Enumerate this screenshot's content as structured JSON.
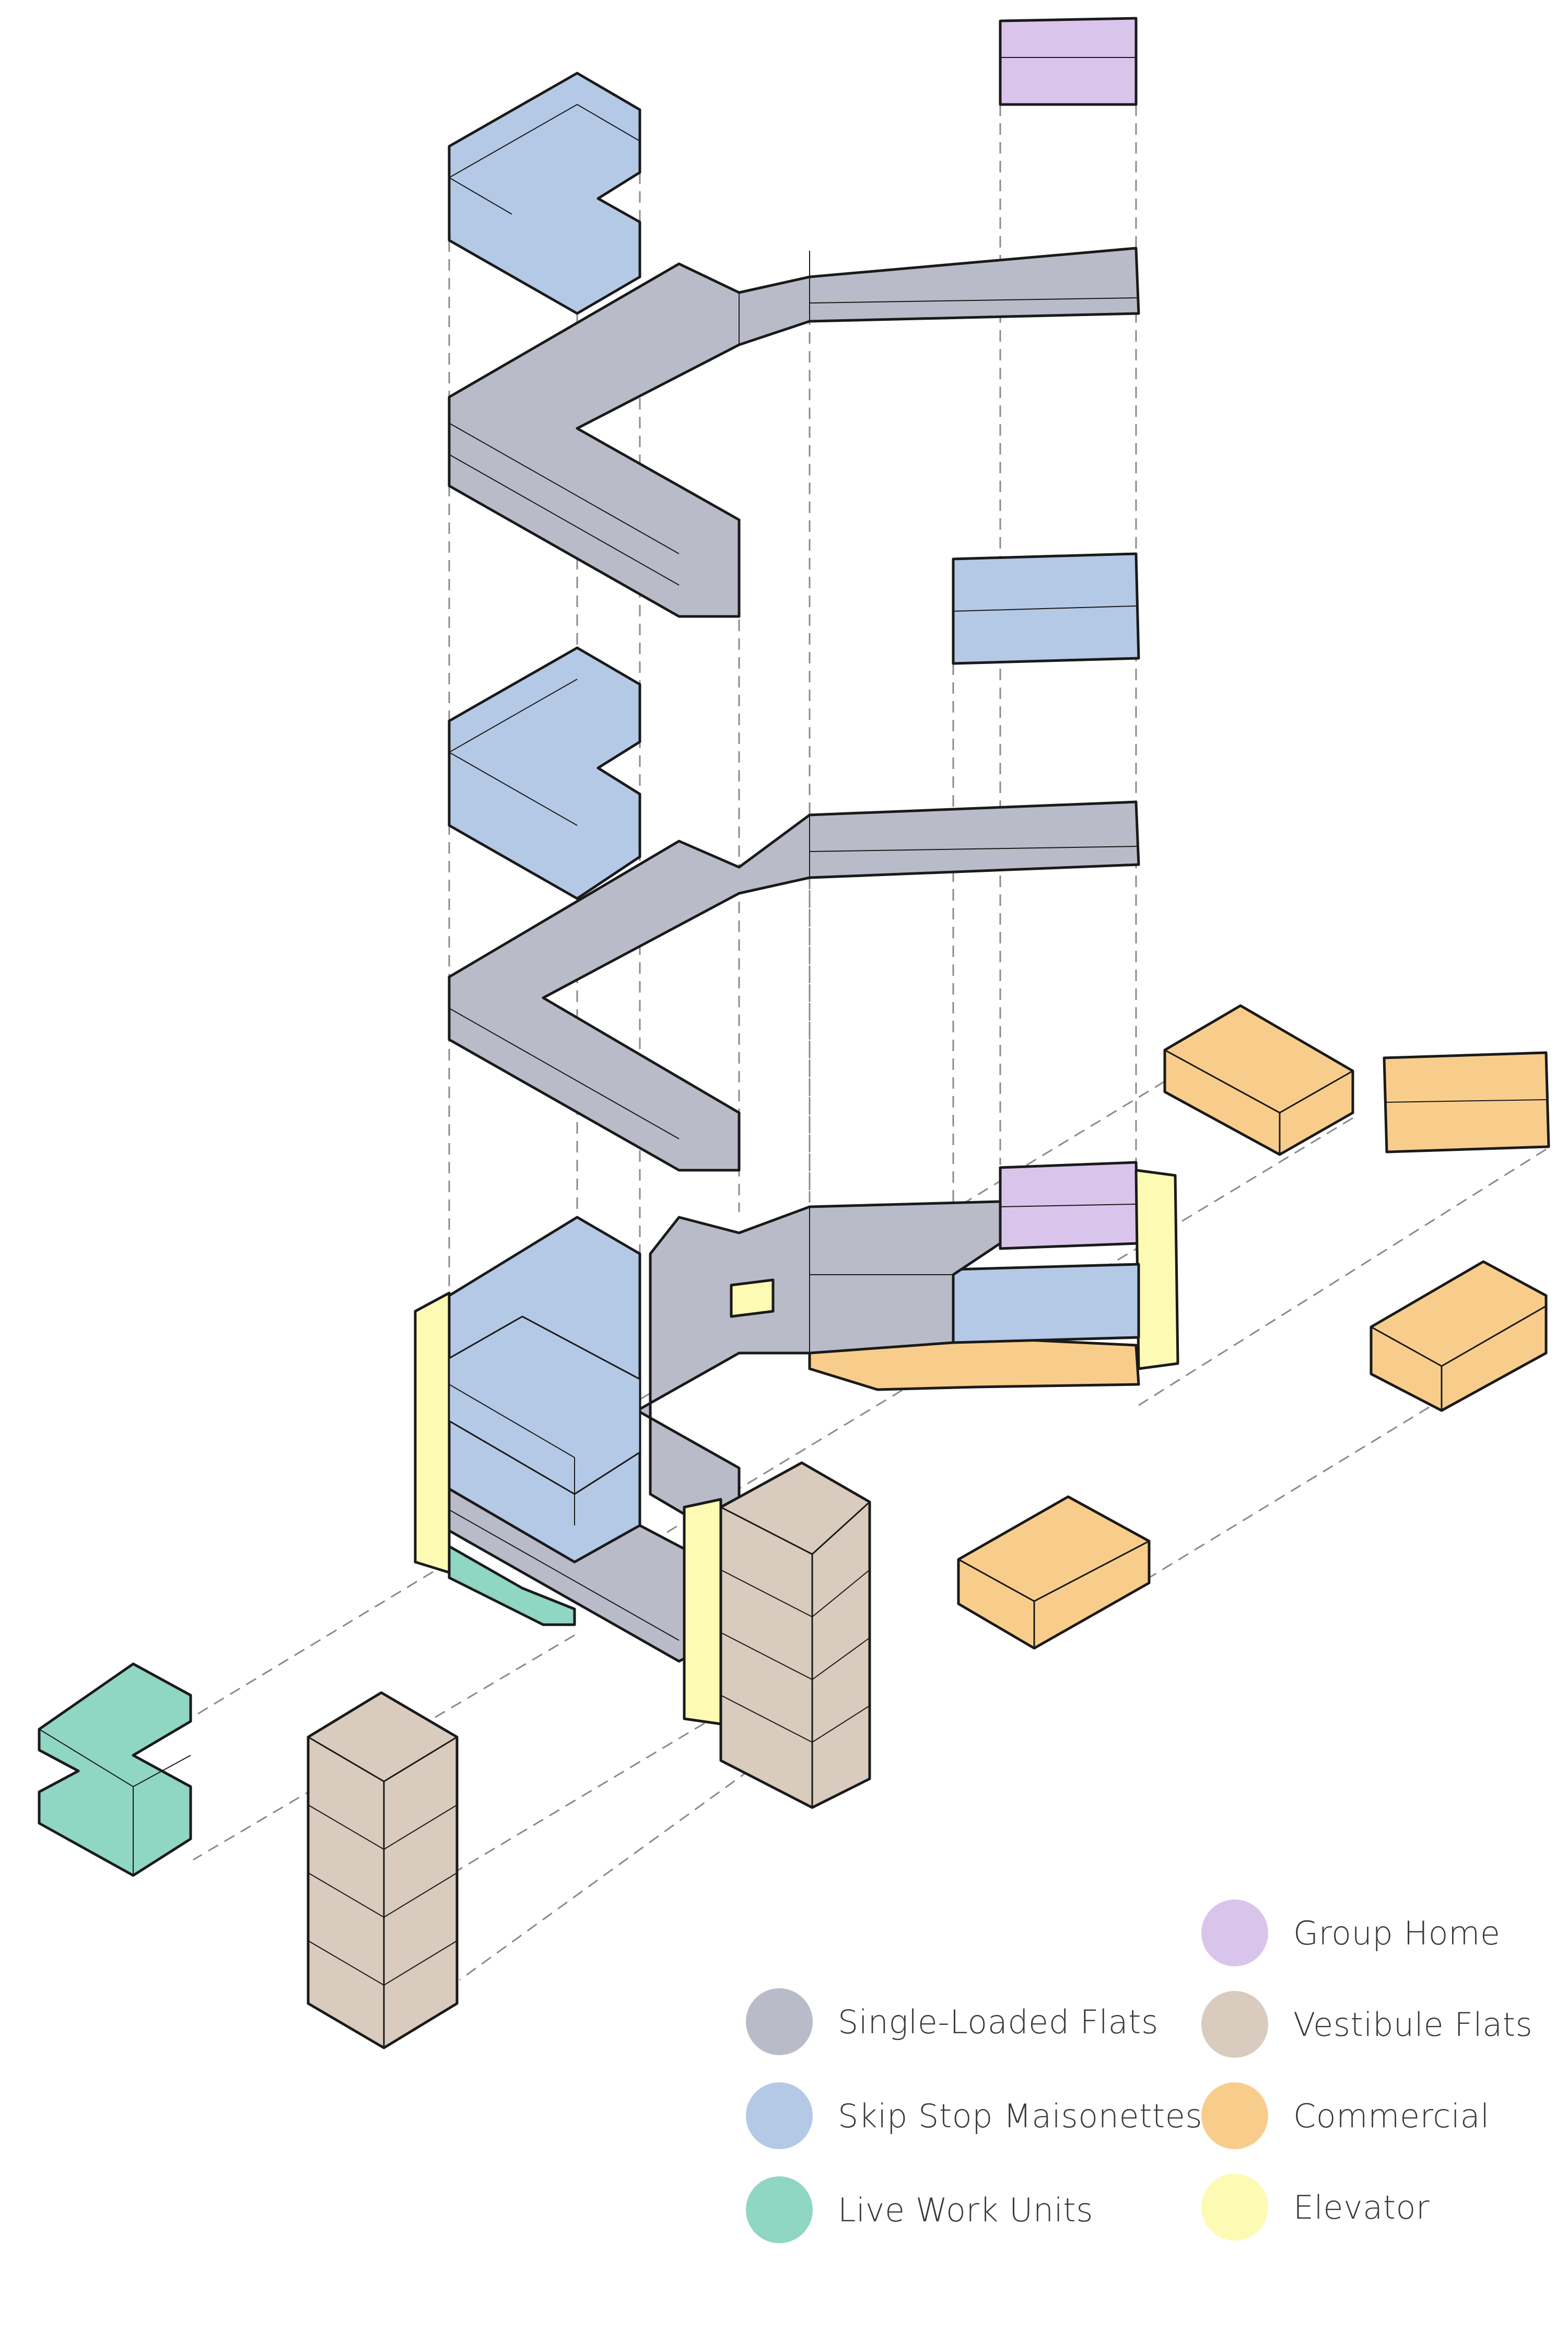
{
  "colors": {
    "single_loaded": "#b9bcc8",
    "skip_stop": "#b4c9e6",
    "live_work": "#8fd6c3",
    "group_home": "#d9c5ec",
    "vestibule": "#d9cbbd",
    "commercial": "#f8cd8c",
    "elevator": "#fdfbb3",
    "outline": "#1a1a1a",
    "guide": "#8a8a8a"
  },
  "legend": {
    "left": [
      {
        "label": "Single-Loaded Flats",
        "color": "#b9bcc8"
      },
      {
        "label": "Skip Stop Maisonettes",
        "color": "#b4c9e6"
      },
      {
        "label": "Live Work Units",
        "color": "#8fd6c3"
      }
    ],
    "right": [
      {
        "label": "Group Home",
        "color": "#d9c5ec"
      },
      {
        "label": "Vestibule Flats",
        "color": "#d9cbbd"
      },
      {
        "label": "Commercial",
        "color": "#f8cd8c"
      },
      {
        "label": "Elevator",
        "color": "#fdfbb3"
      }
    ]
  }
}
